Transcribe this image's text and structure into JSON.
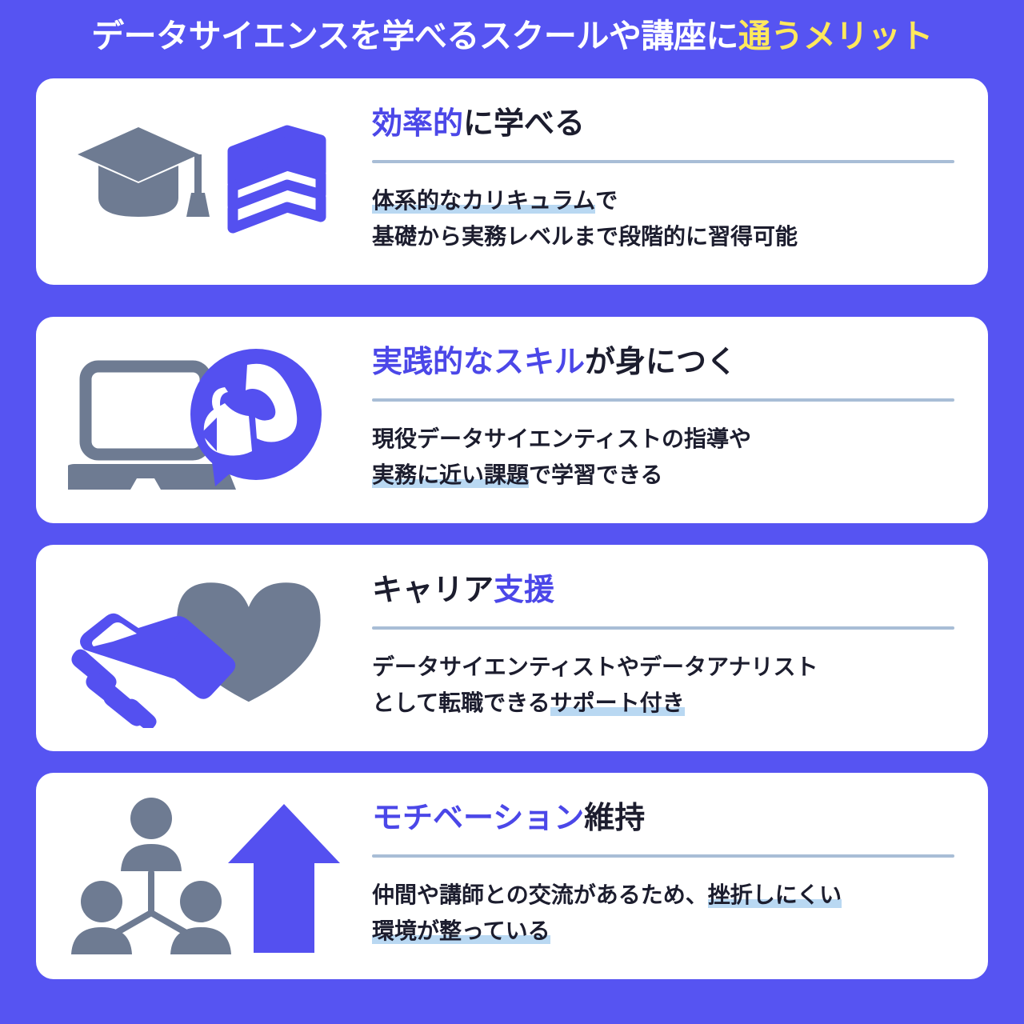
{
  "title": {
    "text_plain": "データサイエンスを学べるスクールや講座に",
    "text_accent": "通うメリット",
    "accent_color": "#ffe85c",
    "color": "#ffffff"
  },
  "theme": {
    "background": "#5654f2",
    "card_background": "#ffffff",
    "heading_blue": "#4b47e8",
    "heading_dark": "#1c1d2e",
    "divider": "#a8bdd6",
    "highlight": "#b9d8f2",
    "icon_gray": "#6e7b92",
    "icon_purple": "#5450f0"
  },
  "cards": [
    {
      "icon_name": "graduation-cap-and-books-icon",
      "heading_blue": "効率的",
      "heading_dark": "に学べる",
      "body_lines": [
        {
          "pre": "",
          "highlight": "体系的なカリキュラム",
          "post": "で"
        },
        {
          "pre": "基礎から実務レベルまで段階的に習得可能",
          "highlight": "",
          "post": ""
        }
      ]
    },
    {
      "icon_name": "laptop-and-flexed-arm-icon",
      "heading_blue": "実践的なスキル",
      "heading_dark": "が身につく",
      "body_lines": [
        {
          "pre": "現役データサイエンティストの指導や",
          "highlight": "",
          "post": ""
        },
        {
          "pre": "",
          "highlight": "実務に近い課題",
          "post": "で学習できる"
        }
      ]
    },
    {
      "icon_name": "handshake-and-heart-icon",
      "heading_blue": "",
      "heading_dark": "キャリア",
      "heading_blue_after": "支援",
      "body_lines": [
        {
          "pre": "データサイエンティストやデータアナリスト",
          "highlight": "",
          "post": ""
        },
        {
          "pre": "として転職できる",
          "highlight": "サポート付き",
          "post": ""
        }
      ]
    },
    {
      "icon_name": "people-network-and-up-arrow-icon",
      "heading_blue": "モチベーション",
      "heading_dark": "維持",
      "body_lines": [
        {
          "pre": "仲間や講師との交流があるため、",
          "highlight": "挫折しにくい",
          "post": ""
        },
        {
          "pre": "",
          "highlight": "環境が整っている",
          "post": ""
        }
      ]
    }
  ]
}
